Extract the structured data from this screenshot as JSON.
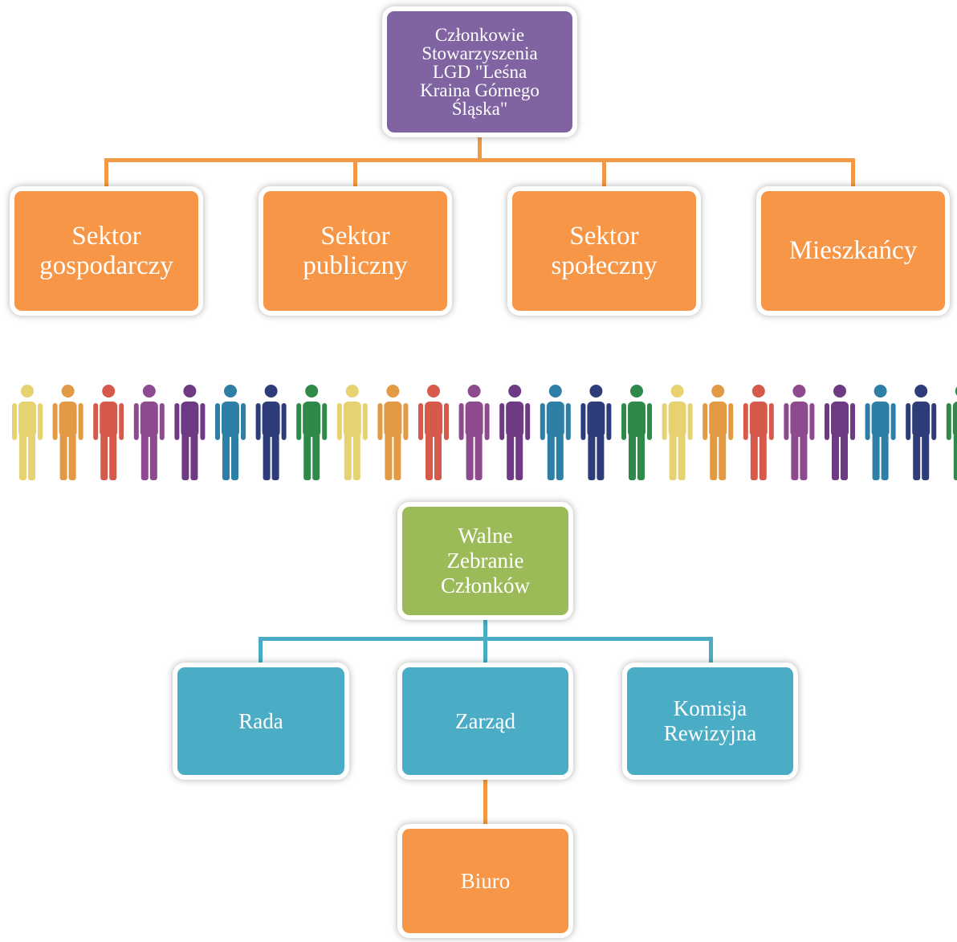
{
  "top_chart": {
    "root": {
      "label": "Członkowie\nStowarzyszenia\nLGD \"Leśna\nKraina Górnego\nŚląska\"",
      "color": "#8064a2"
    },
    "children": [
      {
        "label": "Sektor\ngospodarczy",
        "color": "#f79646"
      },
      {
        "label": "Sektor\npubliczny",
        "color": "#f79646"
      },
      {
        "label": "Sektor\nspołeczny",
        "color": "#f79646"
      },
      {
        "label": "Mieszkańcy",
        "color": "#f79646"
      }
    ],
    "connector_color": "#f29946"
  },
  "people_strip": {
    "colors": [
      "#e6d270",
      "#e39a45",
      "#d65a4c",
      "#8e4a8f",
      "#6e3a84",
      "#2e7fa6",
      "#2e3d7a",
      "#2f8a4a"
    ]
  },
  "bottom_chart": {
    "root": {
      "label": "Walne\nZebranie\nCzłonków",
      "color": "#9bbb59"
    },
    "children": [
      {
        "label": "Rada",
        "color": "#4bacc6"
      },
      {
        "label": "Zarząd",
        "color": "#4bacc6"
      },
      {
        "label": "Komisja\nRewizyjna",
        "color": "#4bacc6"
      }
    ],
    "sub": {
      "label": "Biuro",
      "color": "#f79646"
    },
    "connector_color": "#4aacc5"
  }
}
